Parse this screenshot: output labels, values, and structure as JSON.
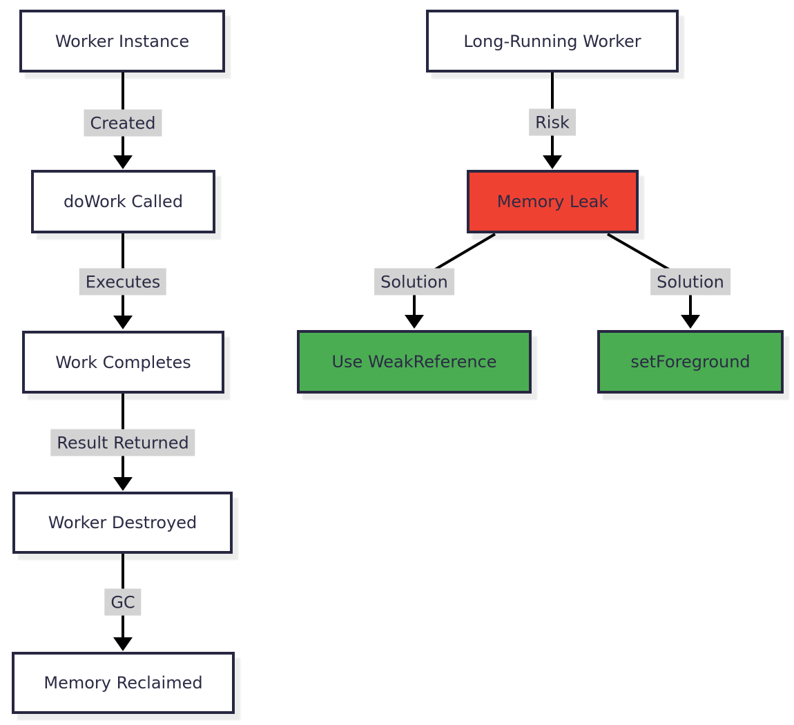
{
  "colors": {
    "node_border": "#272741",
    "node_text": "#2b2b45",
    "node_fill": "#ffffff",
    "risk_fill": "#ef4132",
    "solution_fill": "#4bad52",
    "edge_label_bg": "#d3d3d3",
    "arrow": "#000000",
    "page_bg": "#ffffff"
  },
  "left_flow": {
    "nodes": [
      {
        "id": "worker-instance",
        "label": "Worker Instance"
      },
      {
        "id": "dowork-called",
        "label": "doWork Called"
      },
      {
        "id": "work-completes",
        "label": "Work Completes"
      },
      {
        "id": "worker-destroyed",
        "label": "Worker Destroyed"
      },
      {
        "id": "memory-reclaimed",
        "label": "Memory Reclaimed"
      }
    ],
    "edge_labels": [
      "Created",
      "Executes",
      "Result Returned",
      "GC"
    ]
  },
  "right_flow": {
    "nodes": [
      {
        "id": "long-running-worker",
        "label": "Long-Running Worker"
      },
      {
        "id": "memory-leak",
        "label": "Memory Leak"
      },
      {
        "id": "use-weakreference",
        "label": "Use WeakReference"
      },
      {
        "id": "setforeground",
        "label": "setForeground"
      }
    ],
    "edge_labels": [
      "Risk",
      "Solution",
      "Solution"
    ]
  }
}
